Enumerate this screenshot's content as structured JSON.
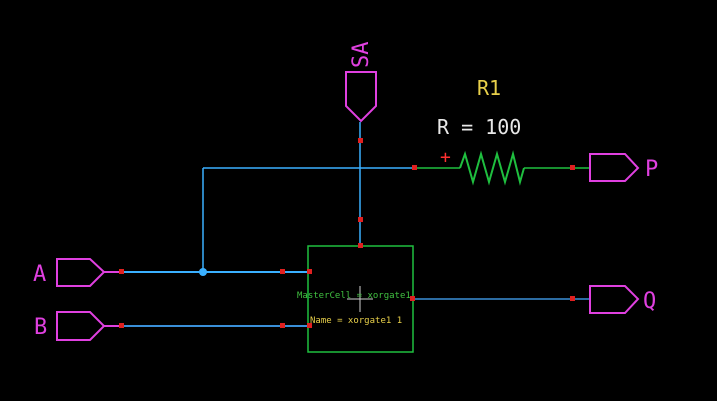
{
  "colors": {
    "background": "#000000",
    "wire": "#3ab0ff",
    "wire_dark": "#3a8fd8",
    "component": "#1fbf3f",
    "port": "#e040e0",
    "node": "#e02020",
    "junction": "#3ab0ff",
    "ref_label": "#e8d04a",
    "value_label": "#e8e8e8",
    "polarity": "#ff3030",
    "inst_green": "#40c040",
    "inst_yellow": "#e8d04a"
  },
  "ports": {
    "input_a": "A",
    "input_b": "B",
    "input_top": "SA",
    "output_p": "P",
    "output_q": "Q"
  },
  "resistor": {
    "ref": "R1",
    "value": "R = 100",
    "polarity": "+"
  },
  "instance": {
    "master_label": "MasterCell = xorgate1",
    "name_label": "Name = xorgate1 1"
  }
}
